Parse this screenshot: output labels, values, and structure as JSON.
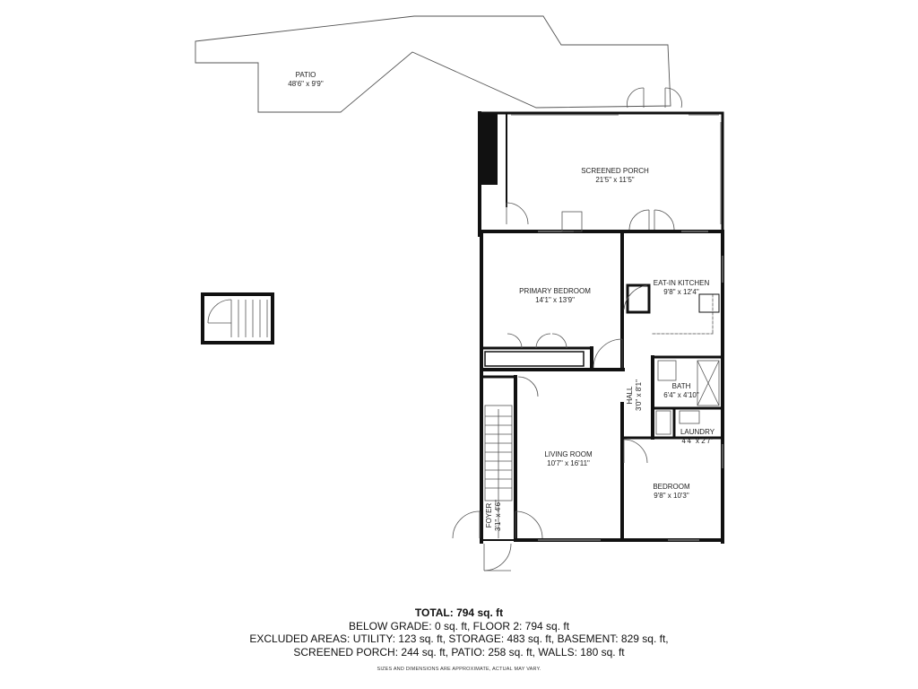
{
  "rooms": {
    "patio": {
      "name": "PATIO",
      "dims": "48'6\" x 9'9\""
    },
    "screened_porch": {
      "name": "SCREENED PORCH",
      "dims": "21'5\" x 11'5\""
    },
    "primary_bedroom": {
      "name": "PRIMARY BEDROOM",
      "dims": "14'1\" x 13'9\""
    },
    "kitchen": {
      "name": "EAT-IN KITCHEN",
      "dims": "9'8\" x 12'4\""
    },
    "hall": {
      "name": "HALL",
      "dims": "3'0\" x 8'1\""
    },
    "bath": {
      "name": "BATH",
      "dims": "6'4\" x 4'10\""
    },
    "laundry": {
      "name": "LAUNDRY",
      "dims": "4'4\" x 2'7\""
    },
    "living_room": {
      "name": "LIVING ROOM",
      "dims": "10'7\" x 16'11\""
    },
    "bedroom": {
      "name": "BEDROOM",
      "dims": "9'8\" x 10'3\""
    },
    "foyer": {
      "name": "FOYER",
      "dims": "3'1\" x 4'6\""
    }
  },
  "summary": {
    "total": "TOTAL: 794 sq. ft",
    "line1": "BELOW GRADE: 0 sq. ft, FLOOR 2: 794 sq. ft",
    "line2": "EXCLUDED AREAS: UTILITY: 123 sq. ft, STORAGE: 483 sq. ft, BASEMENT: 829 sq. ft,",
    "line3": "SCREENED PORCH: 244 sq. ft, PATIO: 258 sq. ft, WALLS: 180 sq. ft",
    "disclaimer": "SIZES AND DIMENSIONS ARE APPROXIMATE, ACTUAL MAY VARY."
  },
  "colors": {
    "wall": "#111111",
    "outline": "#555555",
    "window": "#9a9a9a"
  }
}
